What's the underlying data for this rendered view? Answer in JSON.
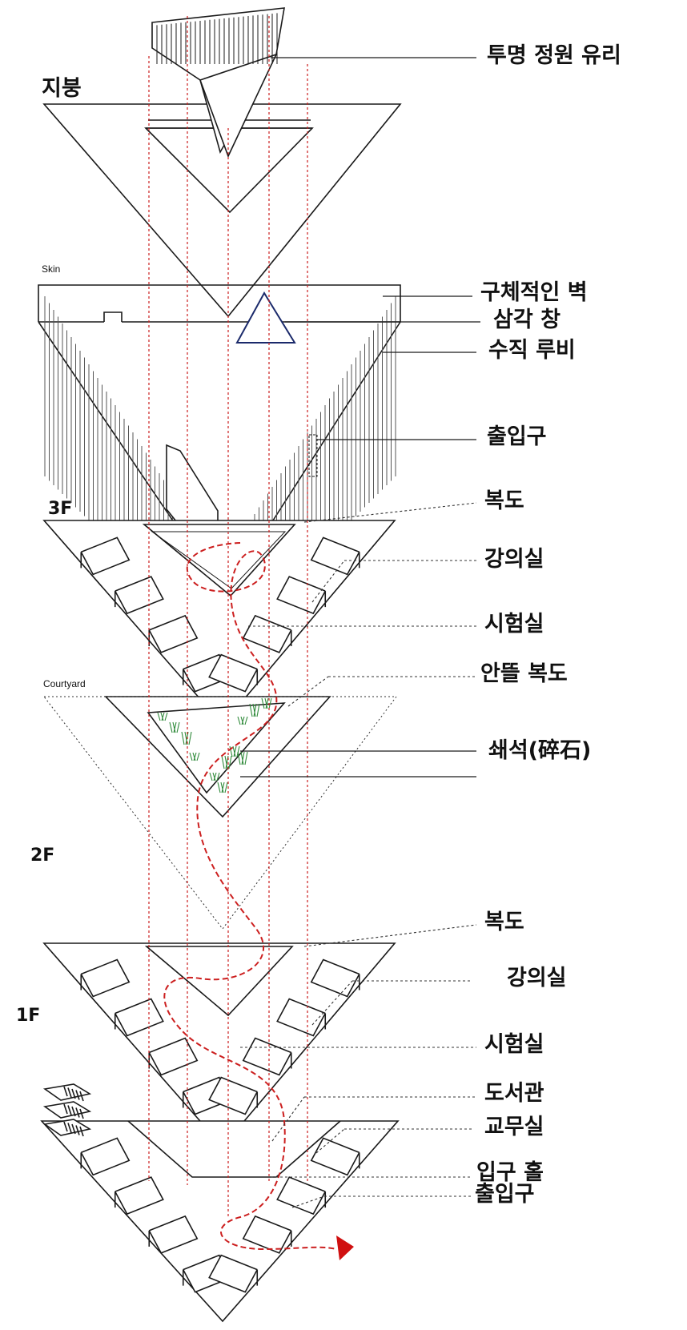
{
  "colors": {
    "line": "#1a1a1a",
    "dash_black": "#333333",
    "dash_red": "#cc1f1f",
    "window_blue": "#1b2a6b",
    "plant_green": "#2f8a3a",
    "arrow_red": "#d01010"
  },
  "diagram": {
    "floor_labels": {
      "roof": "지붕",
      "skin": "Skin",
      "f3": "3F",
      "courtyard": "Courtyard",
      "f2": "2F",
      "f1": "1F"
    },
    "callouts": {
      "transparent_garden_glass": "투명 정원 유리",
      "concrete_wall": "구체적인 벽",
      "triangle_window": "삼각 창",
      "vertical_louver": "수직 루비",
      "entrance_skin": "출입구",
      "corridor_3f": "복도",
      "classroom_3f": "강의실",
      "lab_3f": "시험실",
      "courtyard_corridor": "안뜰 복도",
      "gravel": "쇄석(碎石)",
      "corridor_2f": "복도",
      "classroom_2f": "강의실",
      "lab_2f": "시험실",
      "library": "도서관",
      "faculty_office": "교무실",
      "entrance_hall": "입구 홀",
      "entrance_1f": "출입구"
    }
  }
}
